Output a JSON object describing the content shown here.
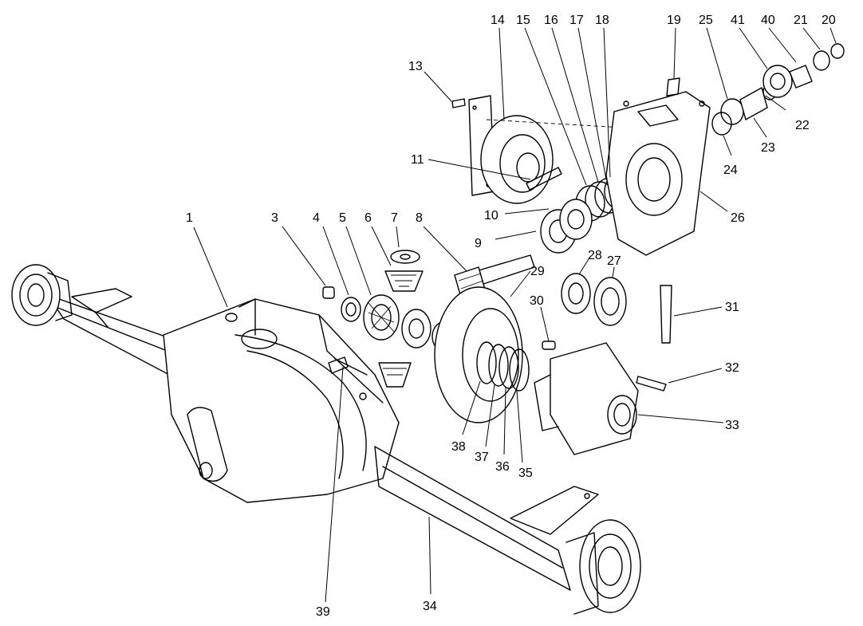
{
  "callouts": [
    {
      "id": "c1",
      "label": "1"
    },
    {
      "id": "c3",
      "label": "3"
    },
    {
      "id": "c4",
      "label": "4"
    },
    {
      "id": "c5",
      "label": "5"
    },
    {
      "id": "c6",
      "label": "6"
    },
    {
      "id": "c7",
      "label": "7"
    },
    {
      "id": "c8",
      "label": "8"
    },
    {
      "id": "c9",
      "label": "9"
    },
    {
      "id": "c10",
      "label": "10"
    },
    {
      "id": "c11",
      "label": "11"
    },
    {
      "id": "c13",
      "label": "13"
    },
    {
      "id": "c14",
      "label": "14"
    },
    {
      "id": "c15",
      "label": "15"
    },
    {
      "id": "c16",
      "label": "16"
    },
    {
      "id": "c17",
      "label": "17"
    },
    {
      "id": "c18",
      "label": "18"
    },
    {
      "id": "c19",
      "label": "19"
    },
    {
      "id": "c20",
      "label": "20"
    },
    {
      "id": "c21",
      "label": "21"
    },
    {
      "id": "c22",
      "label": "22"
    },
    {
      "id": "c23",
      "label": "23"
    },
    {
      "id": "c24",
      "label": "24"
    },
    {
      "id": "c25",
      "label": "25"
    },
    {
      "id": "c26",
      "label": "26"
    },
    {
      "id": "c27",
      "label": "27"
    },
    {
      "id": "c28",
      "label": "28"
    },
    {
      "id": "c29",
      "label": "29"
    },
    {
      "id": "c30",
      "label": "30"
    },
    {
      "id": "c31",
      "label": "31"
    },
    {
      "id": "c32",
      "label": "32"
    },
    {
      "id": "c33",
      "label": "33"
    },
    {
      "id": "c34",
      "label": "34"
    },
    {
      "id": "c35",
      "label": "35"
    },
    {
      "id": "c36",
      "label": "36"
    },
    {
      "id": "c37",
      "label": "37"
    },
    {
      "id": "c38",
      "label": "38"
    },
    {
      "id": "c39",
      "label": "39"
    },
    {
      "id": "c40",
      "label": "40"
    },
    {
      "id": "c41",
      "label": "41"
    }
  ]
}
